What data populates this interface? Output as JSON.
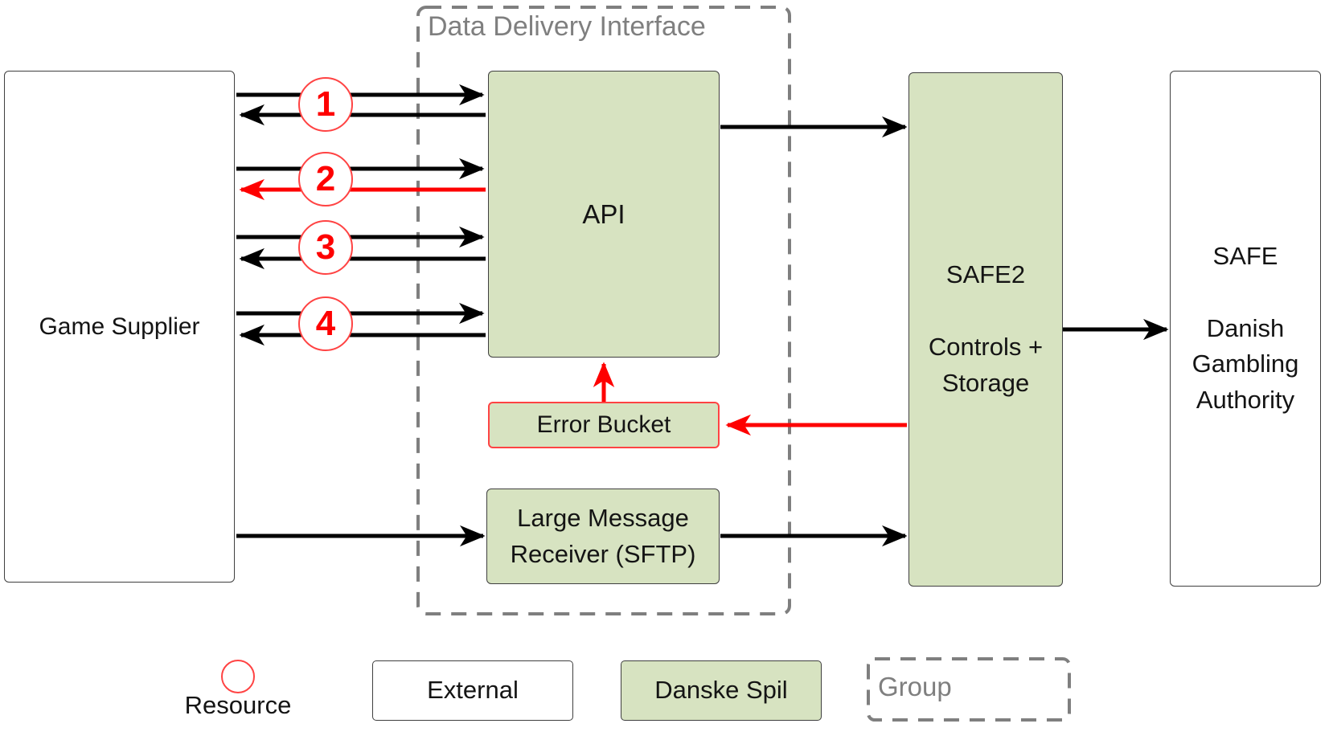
{
  "group_label": "Data Delivery Interface",
  "nodes": {
    "game_supplier": {
      "label": "Game Supplier",
      "type": "external"
    },
    "api": {
      "label": "API",
      "type": "danske_spil"
    },
    "error_bucket": {
      "label": "Error Bucket",
      "type": "danske_spil"
    },
    "large_message_receiver": {
      "label": "Large Message\nReceiver (SFTP)",
      "type": "danske_spil"
    },
    "safe2": {
      "label": "SAFE2\n\nControls +\nStorage",
      "type": "danske_spil"
    },
    "safe": {
      "label": "SAFE\n\nDanish\nGambling\nAuthority",
      "type": "external"
    }
  },
  "resource_markers": [
    "1",
    "2",
    "3",
    "4"
  ],
  "flows": [
    {
      "id": "1",
      "from": "game_supplier",
      "to": "api",
      "bidirectional": true,
      "return_color": "black"
    },
    {
      "id": "2",
      "from": "game_supplier",
      "to": "api",
      "bidirectional": true,
      "return_color": "red"
    },
    {
      "id": "3",
      "from": "game_supplier",
      "to": "api",
      "bidirectional": true,
      "return_color": "black"
    },
    {
      "id": "4",
      "from": "game_supplier",
      "to": "api",
      "bidirectional": true,
      "return_color": "black"
    },
    {
      "from": "api",
      "to": "safe2",
      "color": "black"
    },
    {
      "from": "safe2",
      "to": "safe",
      "color": "black"
    },
    {
      "from": "game_supplier",
      "to": "large_message_receiver",
      "color": "black"
    },
    {
      "from": "large_message_receiver",
      "to": "safe2",
      "color": "black"
    },
    {
      "from": "safe2",
      "to": "error_bucket",
      "color": "red"
    },
    {
      "from": "error_bucket",
      "to": "api",
      "color": "red"
    }
  ],
  "legend": {
    "resource_label": "Resource",
    "external_label": "External",
    "danske_label": "Danske Spil",
    "group_label": "Group"
  },
  "colors": {
    "danske_fill": "#d7e3c1",
    "external_fill": "#ffffff",
    "border": "#3f3f3f",
    "group_border": "#7f7f7f",
    "red": "#fe0000",
    "red_light": "#ff4343",
    "black": "#000000"
  }
}
